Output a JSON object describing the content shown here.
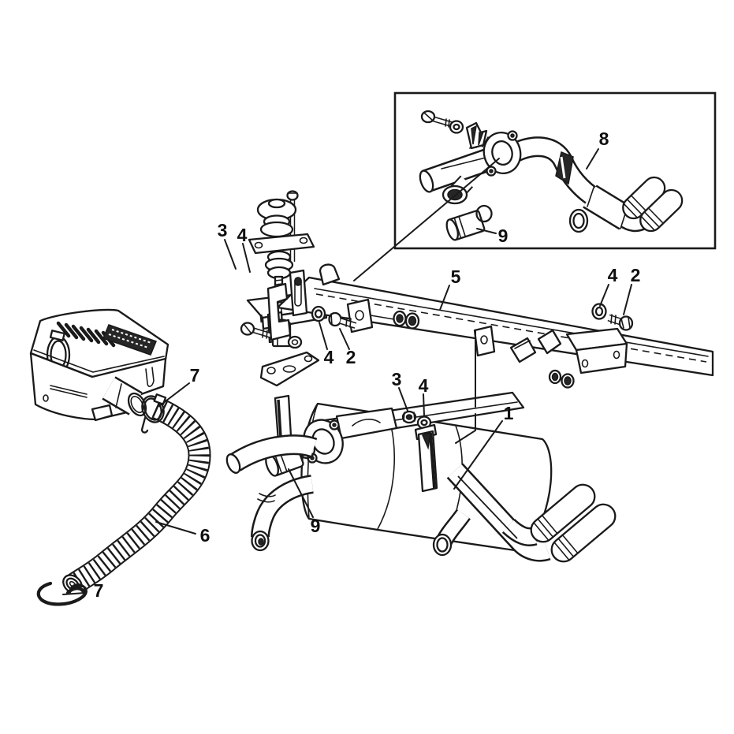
{
  "figure": {
    "background_color": "#ffffff",
    "line_color": "#1a1a1a",
    "accent_dark_fill": "#262626"
  },
  "callouts": {
    "box8": "8",
    "box9": "9",
    "mount3": "3",
    "mount4": "4",
    "bar5": "5",
    "barR4": "4",
    "barR2": "2",
    "barL4": "4",
    "barL2": "2",
    "muf3": "3",
    "muf4": "4",
    "muf1": "1",
    "muf9": "9",
    "clampTop7": "7",
    "hose6": "6",
    "clampBot7": "7"
  }
}
